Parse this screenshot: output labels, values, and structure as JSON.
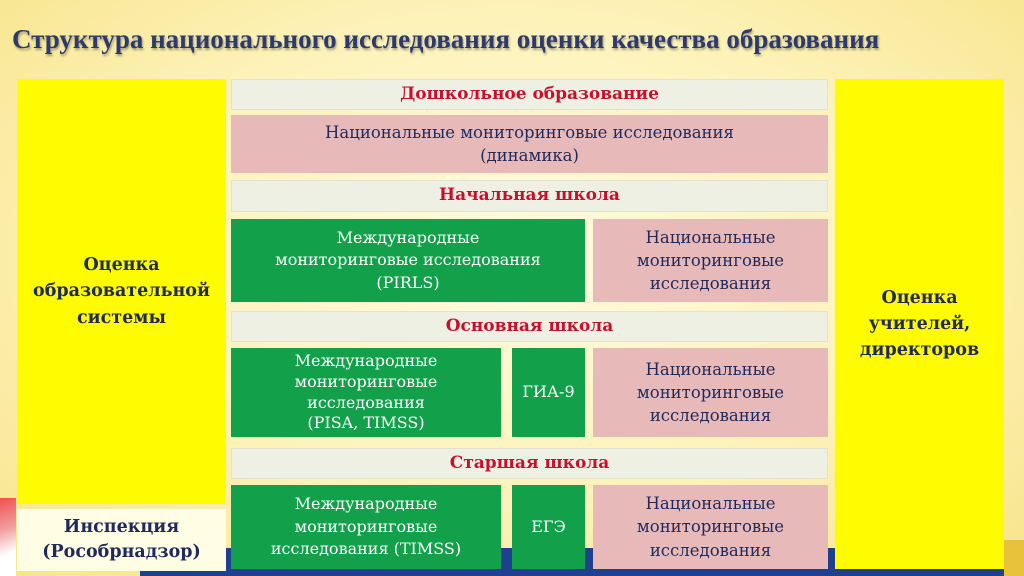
{
  "title": "Структура национального исследования оценки качества образования",
  "left_panel": {
    "lines": [
      "Оценка",
      "образовательной",
      "системы"
    ]
  },
  "inspection": {
    "lines": [
      "Инспекция",
      "(Рособрнадзор)"
    ]
  },
  "right_panel": {
    "lines": [
      "Оценка",
      "учителей,",
      "директоров"
    ]
  },
  "preschool": {
    "header": "Дошкольное образование",
    "national": {
      "lines": [
        "Национальные мониторинговые исследования",
        "(динамика)"
      ]
    }
  },
  "primary": {
    "header": "Начальная школа",
    "international": {
      "lines": [
        "Международные",
        "мониторинговые исследования",
        "(PIRLS)"
      ]
    },
    "national": {
      "lines": [
        "Национальные",
        "мониторинговые",
        "исследования"
      ]
    }
  },
  "basic": {
    "header": "Основная школа",
    "international": {
      "lines": [
        "Международные",
        "мониторинговые",
        "исследования",
        "(PISA, TIMSS)"
      ]
    },
    "exam": "ГИА-9",
    "national": {
      "lines": [
        "Национальные",
        "мониторинговые",
        "исследования"
      ]
    }
  },
  "senior": {
    "header": "Старшая школа",
    "international": {
      "lines": [
        "Международные",
        "мониторинговые",
        "исследования (TIMSS)"
      ]
    },
    "exam": "ЕГЭ",
    "national": {
      "lines": [
        "Национальные",
        "мониторинговые",
        "исследования"
      ]
    }
  },
  "colors": {
    "yellow_panel": "#fffb00",
    "green_box": "#13a04a",
    "pink_box": "#e8b9b9",
    "header_text": "#c8102e",
    "title_text": "#2e3a6e"
  }
}
